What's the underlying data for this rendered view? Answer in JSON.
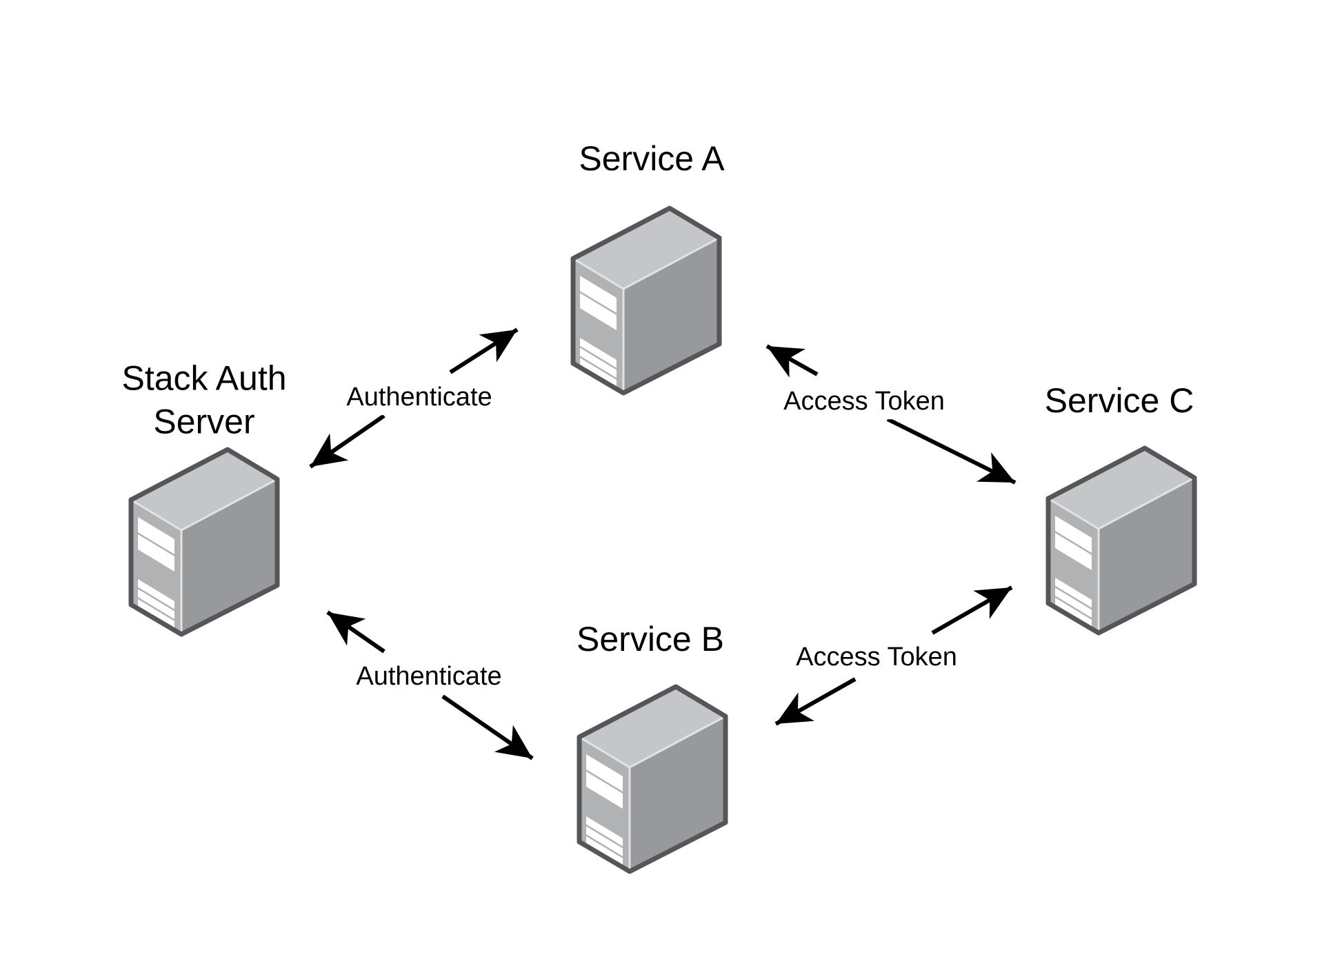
{
  "diagram": {
    "type": "architecture-diagram",
    "background_color": "#ffffff",
    "text_color": "#000000",
    "arrow_color": "#000000",
    "nodes": [
      {
        "id": "stack-auth-server",
        "label": "Stack Auth\nServer",
        "icon": "server-icon"
      },
      {
        "id": "service-a",
        "label": "Service A",
        "icon": "server-icon"
      },
      {
        "id": "service-b",
        "label": "Service B",
        "icon": "server-icon"
      },
      {
        "id": "service-c",
        "label": "Service C",
        "icon": "server-icon"
      }
    ],
    "edges": [
      {
        "from": "stack-auth-server",
        "to": "service-a",
        "label": "Authenticate",
        "direction": "bidirectional"
      },
      {
        "from": "stack-auth-server",
        "to": "service-b",
        "label": "Authenticate",
        "direction": "bidirectional"
      },
      {
        "from": "service-a",
        "to": "service-c",
        "label": "Access Token",
        "direction": "bidirectional"
      },
      {
        "from": "service-b",
        "to": "service-c",
        "label": "Access Token",
        "direction": "bidirectional"
      }
    ],
    "icon_colors": {
      "top_face": "#c5c6c8",
      "front_face": "#b1b2b4",
      "side_face": "#97999b",
      "outline": "#545659",
      "stripes": "#ffffff",
      "edge_highlight": "#e2e3e5"
    }
  }
}
